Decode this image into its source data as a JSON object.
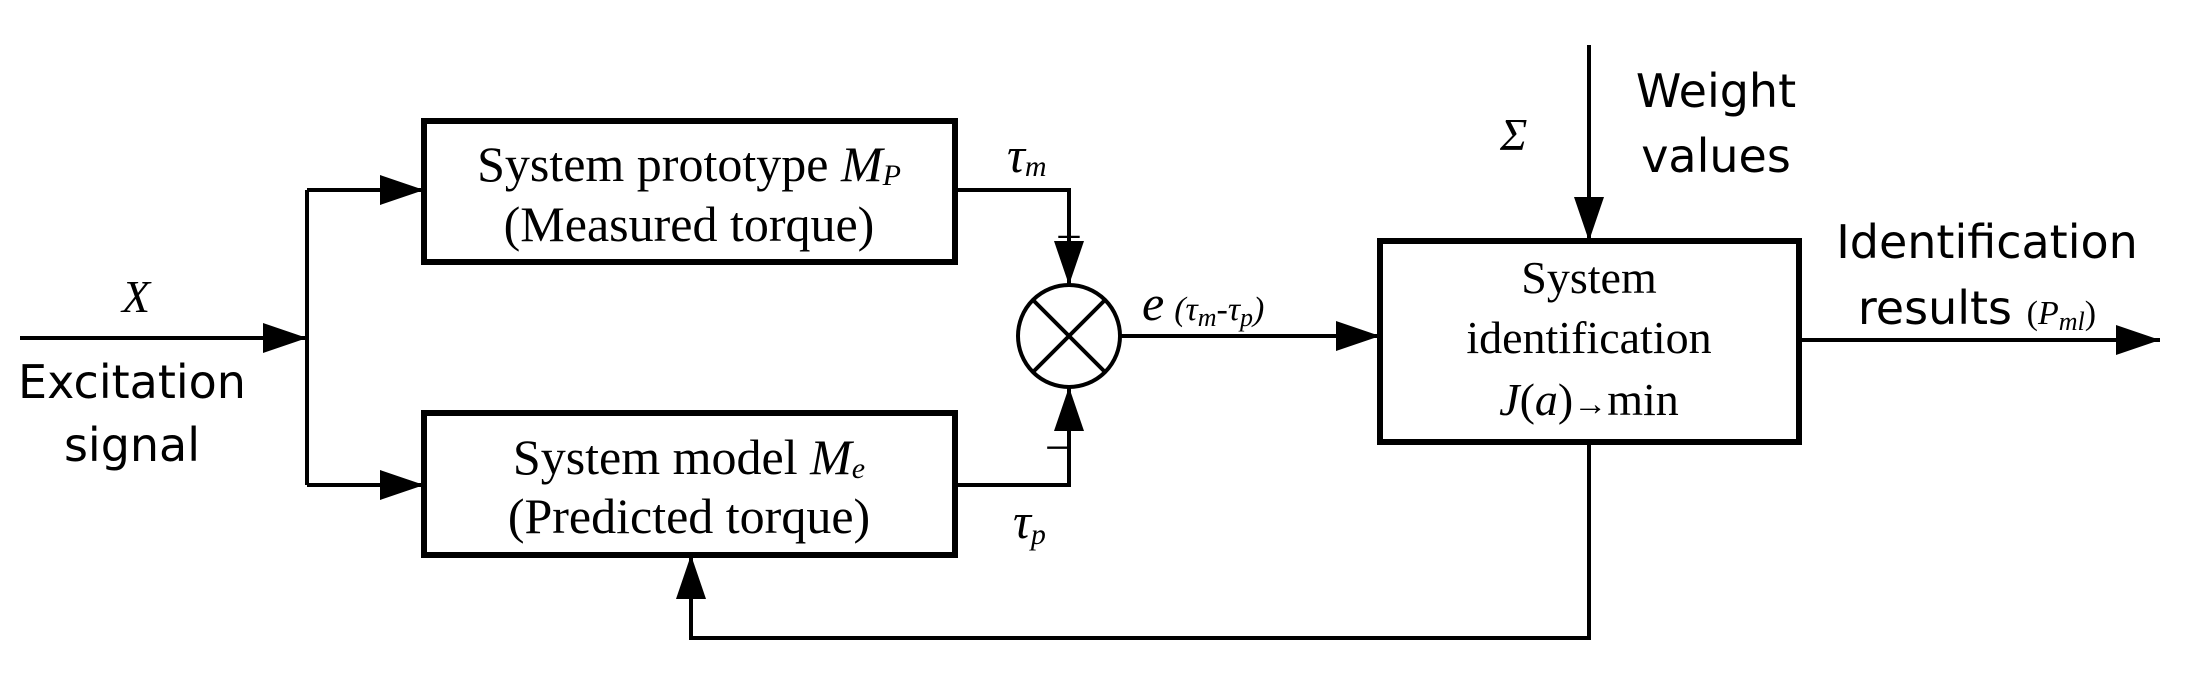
{
  "input": {
    "symbol": "X",
    "label_line1": "Excitation",
    "label_line2": "signal"
  },
  "prototype": {
    "title": "System prototype ",
    "symbol": "M",
    "subscript": "P",
    "line2": "(Measured torque)"
  },
  "model": {
    "title": "System model ",
    "symbol": "M",
    "subscript": "e",
    "line2": "(Predicted torque)"
  },
  "tau_m": {
    "symbol": "τ",
    "subscript": "m"
  },
  "tau_p": {
    "symbol": "τ",
    "subscript": "p"
  },
  "signs": {
    "plus": "+",
    "minus": "−"
  },
  "error": {
    "symbol": "e",
    "open": "(",
    "t1": "τ",
    "s1": "m",
    "dash": "-",
    "t2": "τ",
    "s2": "p",
    "close": ")"
  },
  "weights": {
    "sigma": "Σ",
    "line1": "Weight",
    "line2": "values"
  },
  "identification": {
    "line1": "System",
    "line2": "identification",
    "j": "J",
    "lparen": "(",
    "a": "a",
    "rparen": ")",
    "arrow": "→",
    "min": "min"
  },
  "output": {
    "line1": "Identification",
    "line2": "results ",
    "open": "(",
    "symbol": "P",
    "subscript": "ml",
    "close": ")"
  }
}
